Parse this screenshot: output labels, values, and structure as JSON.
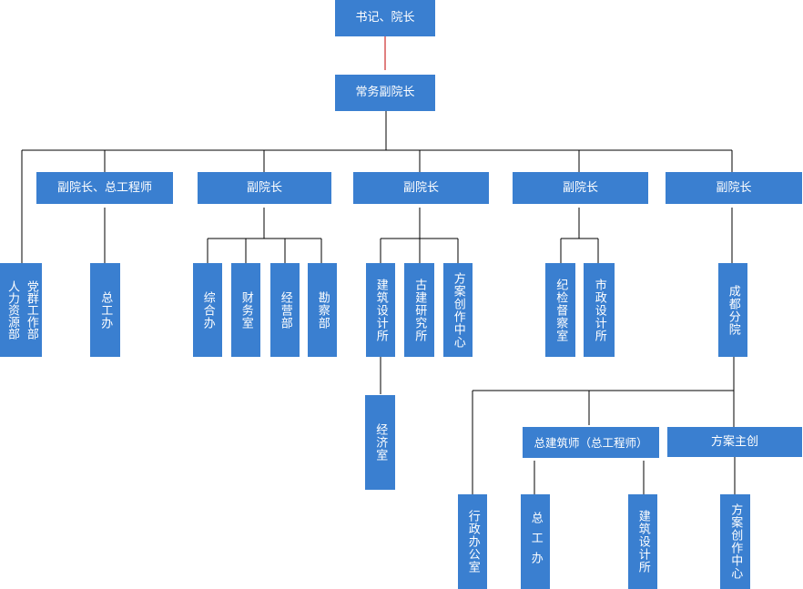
{
  "diagram": {
    "top": "书记、院长",
    "executive": "常务副院长",
    "hr_party": {
      "col1": "人力资源部",
      "col2": "党群工作部"
    },
    "vp_chief": {
      "title": "副院长、总工程师",
      "children": [
        "总工办"
      ]
    },
    "vp_admin": {
      "title": "副院长",
      "children": [
        "综合办",
        "财务室",
        "经营部",
        "勘察部"
      ]
    },
    "vp_arch": {
      "title": "副院长",
      "children": [
        "建筑设计所",
        "古建研究所",
        "方案创作中心"
      ],
      "sub_child": "经济室"
    },
    "vp_municipal": {
      "title": "副院长",
      "children": [
        "纪检督察室",
        "市政设计所"
      ]
    },
    "vp_chengdu": {
      "title": "副院长",
      "branch": "成都分院"
    },
    "chengdu": {
      "admin_office": "行政办公室",
      "chief_architect": "总建筑师（总工程师）",
      "scheme_lead": "方案主创",
      "chief_office": "总工办",
      "arch_institute": "建筑设计所",
      "scheme_center": "方案创作中心"
    }
  }
}
